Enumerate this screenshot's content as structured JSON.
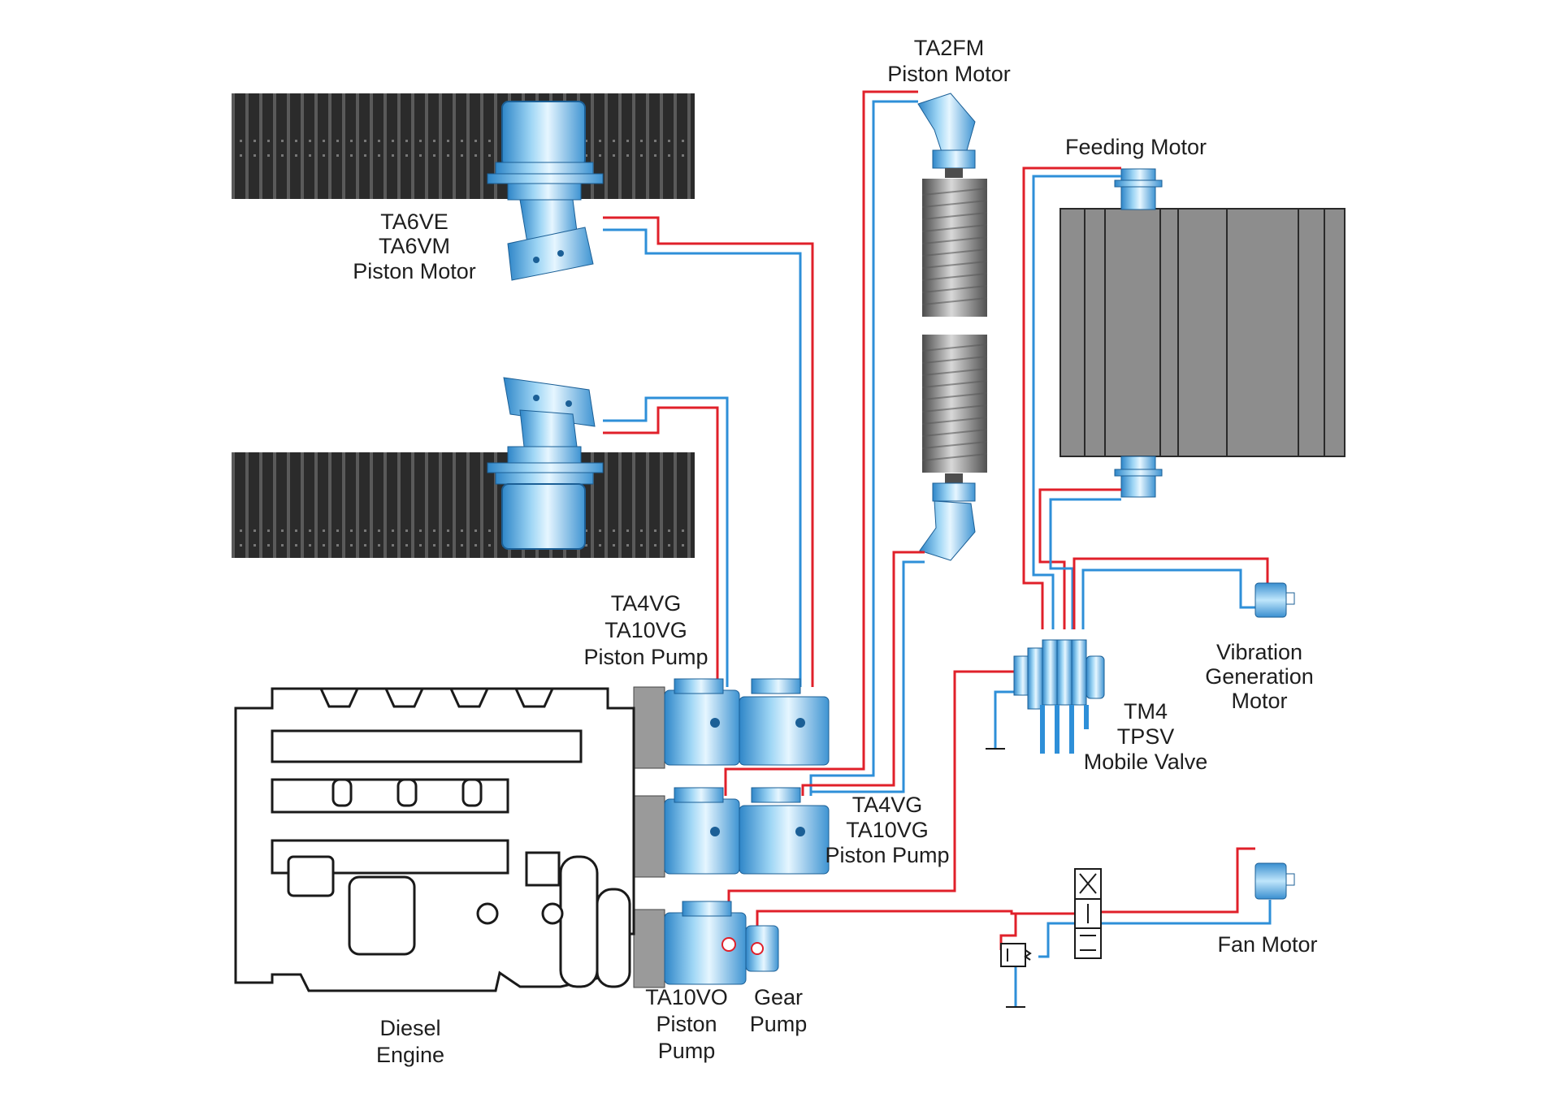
{
  "labels": {
    "ta6_line1": "TA6VE",
    "ta6_line2": "TA6VM",
    "ta6_line3": "Piston Motor",
    "ta2fm_line1": "TA2FM",
    "ta2fm_line2": "Piston Motor",
    "feeding_motor": "Feeding Motor",
    "pump_upper_line1": "TA4VG",
    "pump_upper_line2": "TA10VG",
    "pump_upper_line3": "Piston Pump",
    "pump_lower_line1": "TA4VG",
    "pump_lower_line2": "TA10VG",
    "pump_lower_line3": "Piston Pump",
    "vib_line1": "Vibration",
    "vib_line2": "Generation",
    "vib_line3": "Motor",
    "tm4_line1": "TM4",
    "tm4_line2": "TPSV",
    "tm4_line3": "Mobile Valve",
    "fan_motor": "Fan Motor",
    "ta10vo_line1": "TA10VO",
    "ta10vo_line2": "Piston",
    "ta10vo_line3": "Pump",
    "gear_line1": "Gear",
    "gear_line2": "Pump",
    "diesel_line1": "Diesel",
    "diesel_line2": "Engine"
  },
  "colors": {
    "pressure_line": "#e0202a",
    "return_line": "#2e8fd8",
    "component_blue": "#5fb2e4",
    "track_dark": "#2f2f2f",
    "drum_gray": "#8a8a8a",
    "engine_outline": "#1a1a1a"
  }
}
